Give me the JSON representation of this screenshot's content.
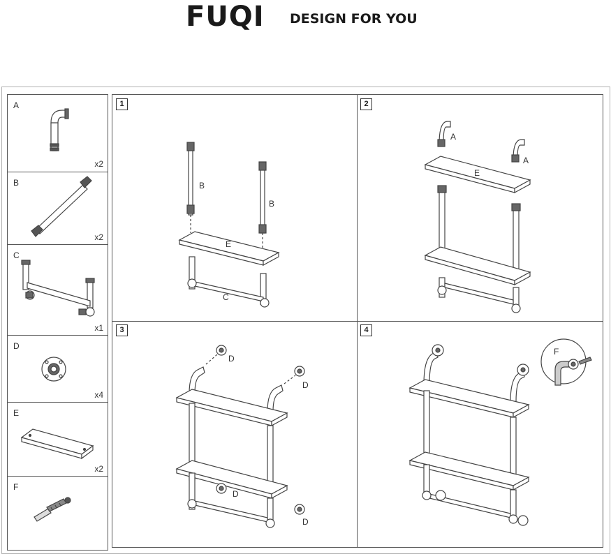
{
  "brand": {
    "name": "FUQI",
    "tagline": "DESIGN FOR YOU"
  },
  "parts": [
    {
      "letter": "A",
      "qty": "x2"
    },
    {
      "letter": "B",
      "qty": "x2"
    },
    {
      "letter": "C",
      "qty": "x1"
    },
    {
      "letter": "D",
      "qty": "x4"
    },
    {
      "letter": "E",
      "qty": "x2"
    },
    {
      "letter": "F",
      "qty": ""
    }
  ],
  "steps": [
    {
      "number": "1",
      "labels": [
        "B",
        "B",
        "E",
        "C"
      ]
    },
    {
      "number": "2",
      "labels": [
        "A",
        "A",
        "E"
      ]
    },
    {
      "number": "3",
      "labels": [
        "D",
        "D",
        "D",
        "D"
      ]
    },
    {
      "number": "4",
      "labels": [
        "F"
      ]
    }
  ]
}
